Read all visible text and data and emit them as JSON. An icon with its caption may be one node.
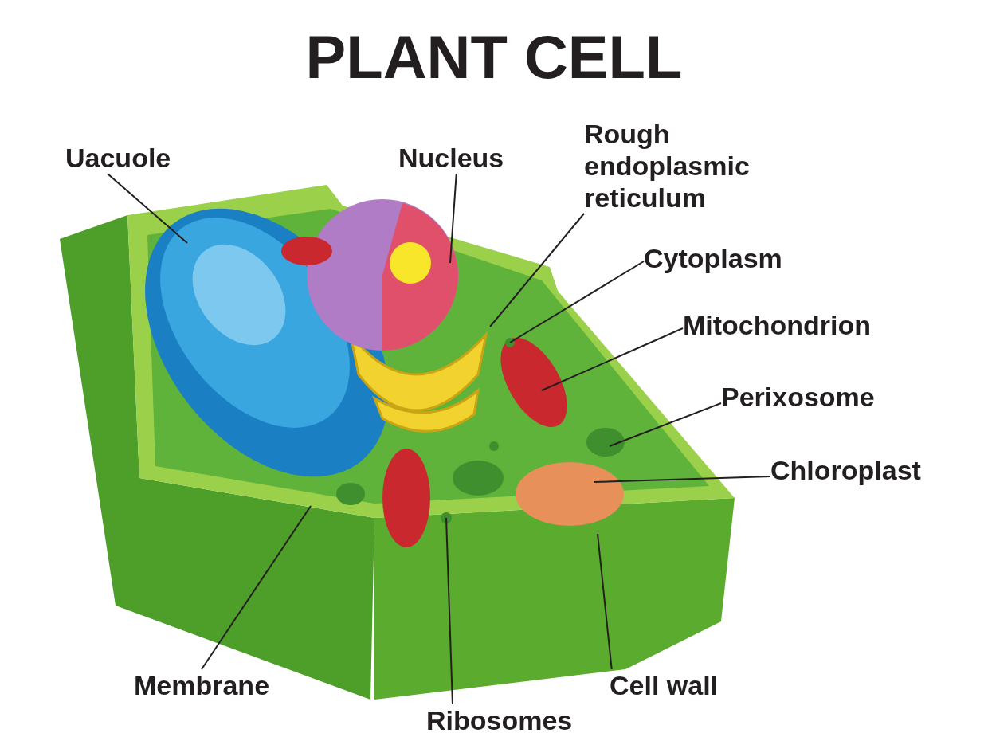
{
  "diagram": {
    "title": "PLANT CELL",
    "nodes": [
      {
        "text": [
          "Uacuole"
        ]
      },
      {
        "text": [
          "Nucleus"
        ]
      },
      {
        "text": [
          "Rough endoplasmic reticulum"
        ]
      },
      {
        "text": [
          "Cytoplasm"
        ]
      },
      {
        "text": [
          "Mitochondrion"
        ]
      },
      {
        "text": [
          "Perixosome"
        ]
      },
      {
        "text": [
          "Chloroplast"
        ]
      },
      {
        "text": [
          "Membrane"
        ]
      },
      {
        "text": [
          "Ribosomes"
        ]
      },
      {
        "text": [
          "Cell wall"
        ]
      }
    ],
    "edges": [
      {
        "from": 0,
        "to": null,
        "arrow": "none"
      },
      {
        "from": 1,
        "to": null,
        "arrow": "none"
      },
      {
        "from": 2,
        "to": null,
        "arrow": "none"
      },
      {
        "from": 3,
        "to": null,
        "arrow": "none"
      },
      {
        "from": 4,
        "to": null,
        "arrow": "none"
      },
      {
        "from": 5,
        "to": null,
        "arrow": "none"
      },
      {
        "from": 6,
        "to": null,
        "arrow": "none"
      },
      {
        "from": 7,
        "to": null,
        "arrow": "none"
      },
      {
        "from": 8,
        "to": null,
        "arrow": "none"
      },
      {
        "from": 9,
        "to": null,
        "arrow": "none"
      }
    ]
  }
}
